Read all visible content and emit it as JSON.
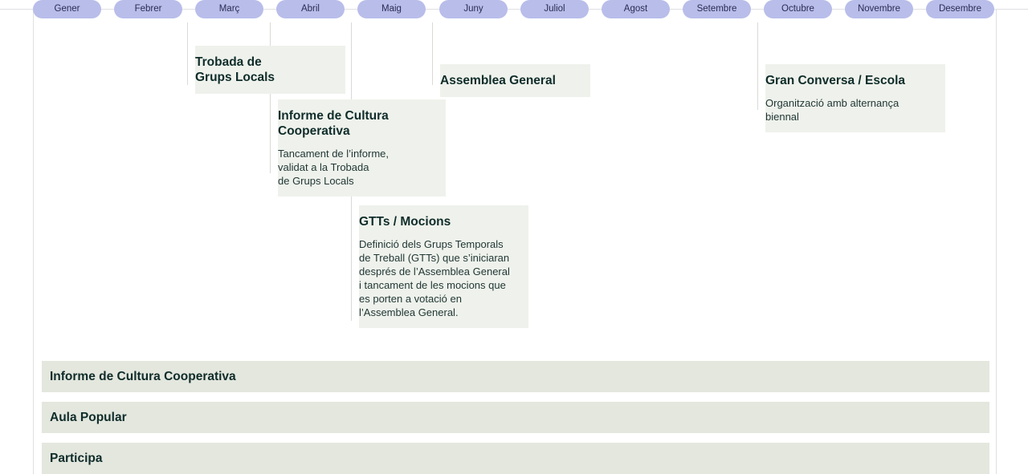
{
  "months": [
    "Gener",
    "Febrer",
    "Març",
    "Abril",
    "Maig",
    "Juny",
    "Juliol",
    "Agost",
    "Setembre",
    "Octubre",
    "Novembre",
    "Desembre"
  ],
  "events": [
    {
      "title": "Trobada de\nGrups Locals",
      "description": ""
    },
    {
      "title": "Informe de Cultura\nCooperativa",
      "description": "Tancament de l’informe,\nvalidat a la Trobada\nde Grups Locals"
    },
    {
      "title": "GTTs / Mocions",
      "description": "Definició dels Grups Temporals\nde Treball (GTTs) que s’iniciaran\ndesprés de l’Assemblea General\ni tancament de les mocions que\nes porten a votació en\nl’Assemblea General."
    },
    {
      "title": "Assemblea General",
      "description": ""
    },
    {
      "title": "Gran Conversa / Escola",
      "description": "Organització amb alternança\nbiennal"
    }
  ],
  "sections": [
    {
      "label": "Informe de Cultura Cooperativa"
    },
    {
      "label": "Aula Popular"
    },
    {
      "label": "Participa"
    }
  ]
}
